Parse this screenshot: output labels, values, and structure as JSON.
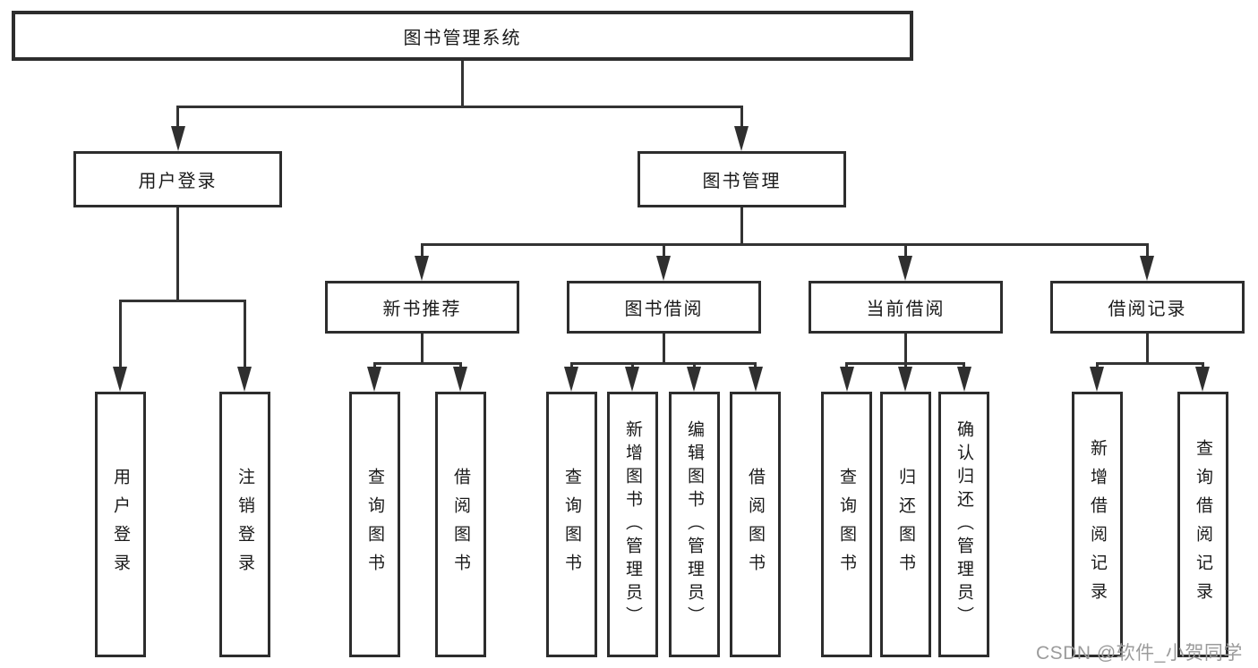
{
  "page": {
    "background": "#ffffff"
  },
  "colors": {
    "line": "#333333",
    "box_border": "#2d2d2d",
    "text": "#1a1a1a",
    "watermark": "#9b9b9b"
  },
  "watermark": {
    "text": "CSDN @软件_小贺同学"
  },
  "diagram": {
    "type": "hierarchy-tree",
    "root": {
      "label": "图书管理系统",
      "children": [
        {
          "label": "用户登录",
          "children": [
            {
              "label": "用户登录"
            },
            {
              "label": "注销登录"
            }
          ]
        },
        {
          "label": "图书管理",
          "children": [
            {
              "label": "新书推荐",
              "children": [
                {
                  "label": "查询图书"
                },
                {
                  "label": "借阅图书"
                }
              ]
            },
            {
              "label": "图书借阅",
              "children": [
                {
                  "label": "查询图书"
                },
                {
                  "label": "新增图书（管理员）"
                },
                {
                  "label": "编辑图书（管理员）"
                },
                {
                  "label": "借阅图书"
                }
              ]
            },
            {
              "label": "当前借阅",
              "children": [
                {
                  "label": "查询图书"
                },
                {
                  "label": "归还图书"
                },
                {
                  "label": "确认归还（管理员）"
                }
              ]
            },
            {
              "label": "借阅记录",
              "children": [
                {
                  "label": "新增借阅记录"
                },
                {
                  "label": "查询借阅记录"
                }
              ]
            }
          ]
        }
      ]
    }
  }
}
